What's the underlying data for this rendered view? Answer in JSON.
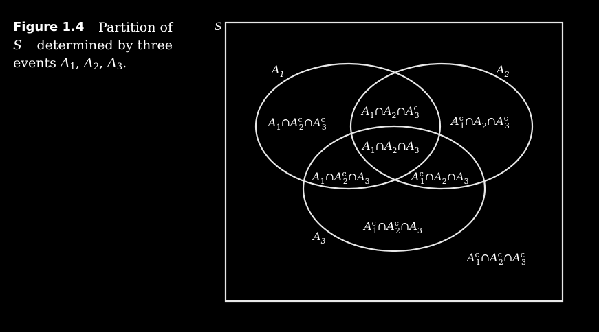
{
  "caption": {
    "figure_label": "Figure 1.4",
    "line1_rest": "Partition of",
    "line2_s": "S",
    "line2_rest": "determined by three",
    "line3_prefix": "events",
    "events": [
      "A1",
      "A2",
      "A3"
    ]
  },
  "diagram": {
    "sample_space_label": "S",
    "set_labels": [
      "A1",
      "A2",
      "A3"
    ],
    "regions": [
      "A1∩A2c∩A3c",
      "A1∩A2∩A3c",
      "A1c∩A2∩A3c",
      "A1∩A2∩A3",
      "A1∩A2c∩A3",
      "A1c∩A2∩A3",
      "A1c∩A2c∩A3",
      "A1c∩A2c∩A3c"
    ]
  },
  "colors": {
    "background": "#000000",
    "stroke": "#e8e8e8",
    "text": "#ffffff"
  }
}
